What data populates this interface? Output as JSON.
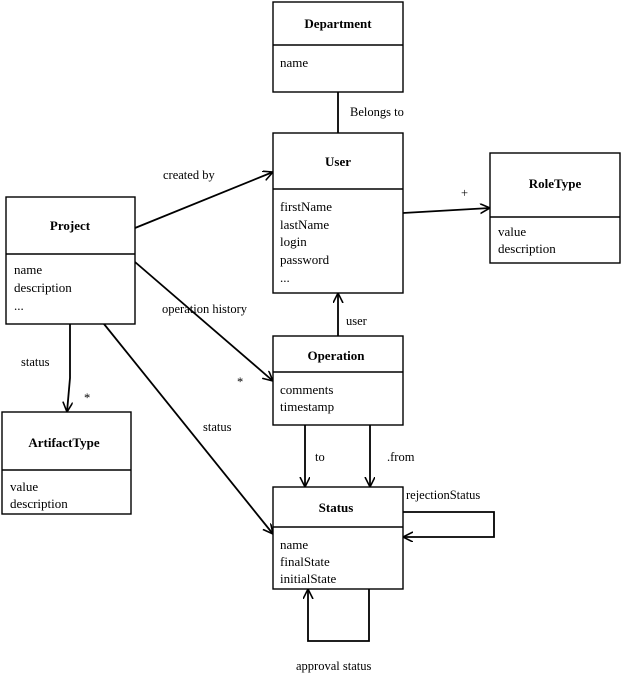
{
  "classes": {
    "department": {
      "name": "Department",
      "attributes": [
        "name"
      ]
    },
    "user": {
      "name": "User",
      "attributes": [
        "firstName",
        "lastName",
        "login",
        "password",
        "..."
      ]
    },
    "roletype": {
      "name": "RoleType",
      "attributes": [
        "value",
        "description"
      ]
    },
    "project": {
      "name": "Project",
      "attributes": [
        "name",
        "description",
        "..."
      ]
    },
    "operation": {
      "name": "Operation",
      "attributes": [
        "comments",
        "timestamp"
      ]
    },
    "artifacttype": {
      "name": "ArtifactType",
      "attributes": [
        "value",
        "description"
      ]
    },
    "status": {
      "name": "Status",
      "attributes": [
        "name",
        "finalState",
        "initialState"
      ]
    }
  },
  "associations": {
    "belongs_to": "Belongs to",
    "created_by": "created by",
    "user": "user",
    "operation_history": "operation history",
    "status_artifact": "status",
    "status_project": "status",
    "to": "to",
    "from": ".from",
    "rejection_status": "rejectionStatus",
    "approval_status": "approval status"
  },
  "multiplicities": {
    "roletype": "+",
    "operation": "*",
    "artifacttype": "*"
  }
}
